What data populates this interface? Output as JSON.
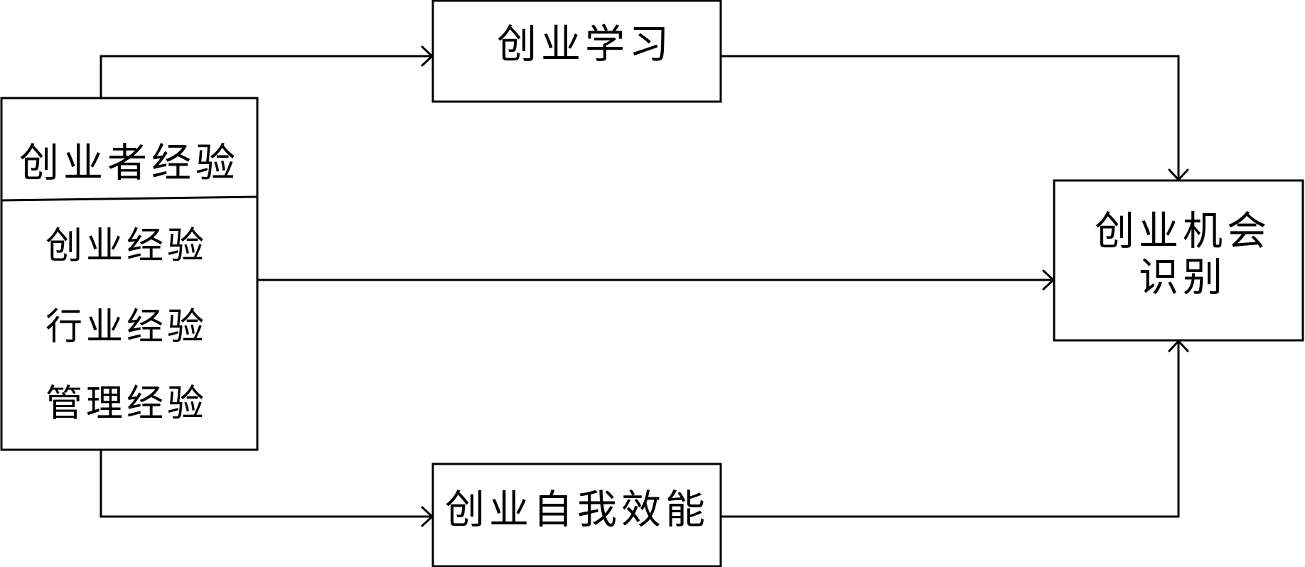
{
  "nodes": {
    "experience": {
      "title": "创业者经验",
      "items": [
        "创业经验",
        "行业经验",
        "管理经验"
      ]
    },
    "learning": {
      "label": "创业学习"
    },
    "self_efficacy": {
      "label": "创业自我效能"
    },
    "opportunity": {
      "lines": [
        "创业机会",
        "识别"
      ]
    }
  },
  "colors": {
    "stroke": "#000000",
    "background": "#ffffff"
  }
}
